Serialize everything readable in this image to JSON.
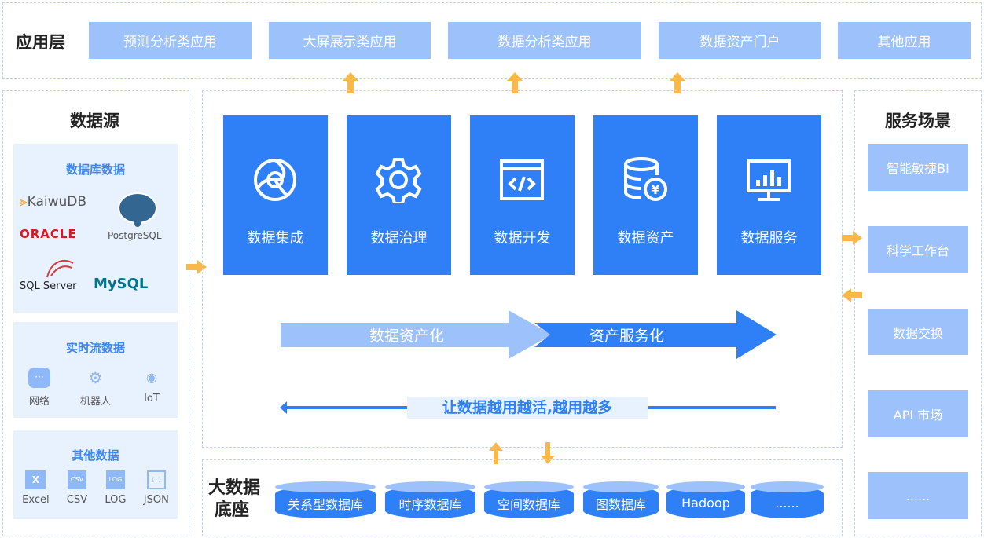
{
  "app_layer": {
    "title": "应用层",
    "items": [
      "预测分析类应用",
      "大屏展示类应用",
      "数据分析类应用",
      "数据资产门户",
      "其他应用"
    ]
  },
  "data_source": {
    "title": "数据源",
    "database": {
      "title": "数据库数据",
      "logos": [
        "KaiwuDB",
        "ORACLE",
        "PostgreSQL",
        "SQL Server",
        "MySQL"
      ]
    },
    "stream": {
      "title": "实时流数据",
      "items": [
        {
          "label": "网络",
          "icon": "chat-icon"
        },
        {
          "label": "机器人",
          "icon": "robot-arm-icon"
        },
        {
          "label": "IoT",
          "icon": "iot-icon"
        }
      ]
    },
    "other": {
      "title": "其他数据",
      "items": [
        {
          "label": "Excel",
          "icon": "excel-icon"
        },
        {
          "label": "CSV",
          "icon": "csv-file-icon"
        },
        {
          "label": "LOG",
          "icon": "log-file-icon"
        },
        {
          "label": "JSON",
          "icon": "json-file-icon"
        }
      ]
    }
  },
  "modules": [
    {
      "label": "数据集成",
      "icon": "integration-icon"
    },
    {
      "label": "数据治理",
      "icon": "gear-icon"
    },
    {
      "label": "数据开发",
      "icon": "code-icon"
    },
    {
      "label": "数据资产",
      "icon": "database-yen-icon"
    },
    {
      "label": "数据服务",
      "icon": "monitor-chart-icon"
    }
  ],
  "flow": {
    "stage1": "数据资产化",
    "stage2": "资产服务化",
    "feedback": "让数据越用越活,越用越多"
  },
  "base": {
    "title_line1": "大数据",
    "title_line2": "底座",
    "items": [
      "关系型数据库",
      "时序数据库",
      "空间数据库",
      "图数据库",
      "Hadoop",
      "......"
    ]
  },
  "services": {
    "title": "服务场景",
    "items": [
      "智能敏捷BI",
      "科学工作台",
      "数据交换",
      "API 市场",
      "......"
    ]
  },
  "colors": {
    "primary": "#2f80f6",
    "light": "#9dc1fb",
    "panel": "#e8f1fe",
    "arrow": "#fbb84a"
  }
}
